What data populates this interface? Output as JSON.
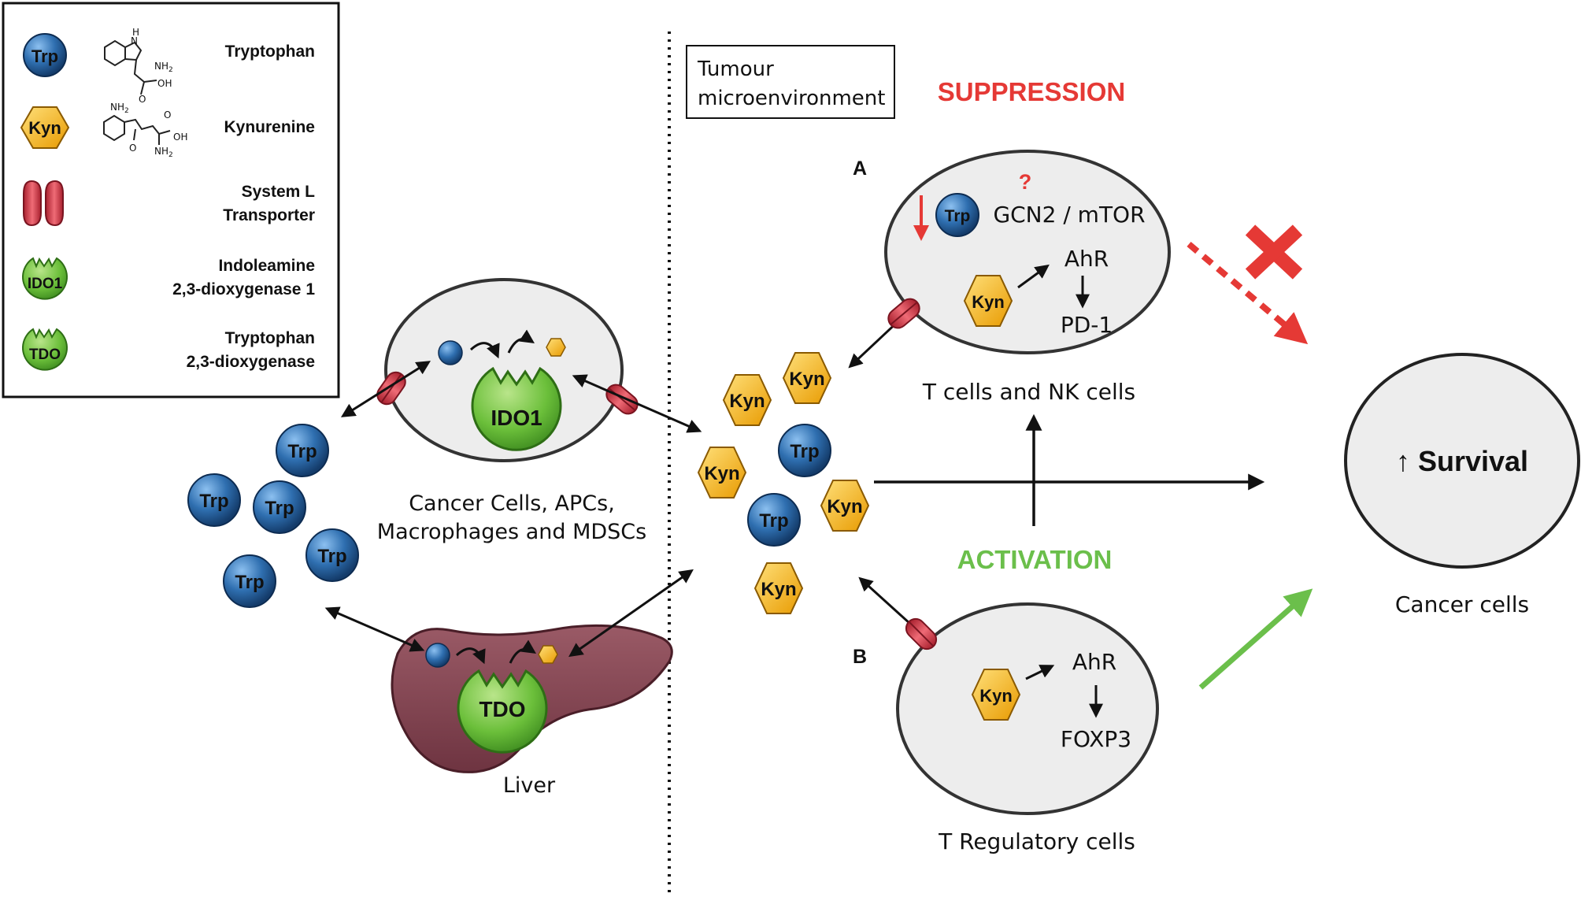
{
  "legend": {
    "trp": {
      "badge": "Trp",
      "name": "Tryptophan"
    },
    "kyn": {
      "badge": "Kyn",
      "name": "Kynurenine"
    },
    "transporter": {
      "line1": "System L",
      "line2": "Transporter"
    },
    "ido1": {
      "badge": "IDO1",
      "line1": "Indoleamine",
      "line2": "2,3-dioxygenase 1"
    },
    "tdo": {
      "badge": "TDO",
      "line1": "Tryptophan",
      "line2": "2,3-dioxygenase"
    },
    "chem": {
      "nh": "H",
      "nh_n": "N",
      "nh2": "NH",
      "nh2_sub": "2",
      "o": "O",
      "oh": "OH"
    }
  },
  "tme": {
    "line1": "Tumour",
    "line2": "microenvironment"
  },
  "cancer_apc": {
    "enzyme": "IDO1",
    "line1": "Cancer Cells, APCs,",
    "line2": "Macrophages and MDSCs"
  },
  "liver": {
    "enzyme": "TDO",
    "label": "Liver"
  },
  "free_trp": "Trp",
  "free_kyn": "Kyn",
  "suppression": {
    "title": "SUPPRESSION",
    "marker": "A",
    "question": "?",
    "pathway": "GCN2 / mTOR",
    "ahr": "AhR",
    "pd1": "PD-1",
    "cell_label": "T cells and NK cells"
  },
  "activation": {
    "title": "ACTIVATION",
    "marker": "B",
    "ahr": "AhR",
    "foxp3": "FOXP3",
    "cell_label": "T Regulatory cells"
  },
  "survival": {
    "arrow": "↑",
    "text": "Survival",
    "cell_label": "Cancer cells"
  },
  "colors": {
    "trp_blue": "#2f6fb0",
    "kyn_yellow": "#f5b400",
    "enzyme_green": "#6bbf3a",
    "transporter_red": "#d83a4a",
    "liver": "#8a4a55",
    "suppression_red": "#e53935",
    "activation_green": "#6bbf4b"
  }
}
